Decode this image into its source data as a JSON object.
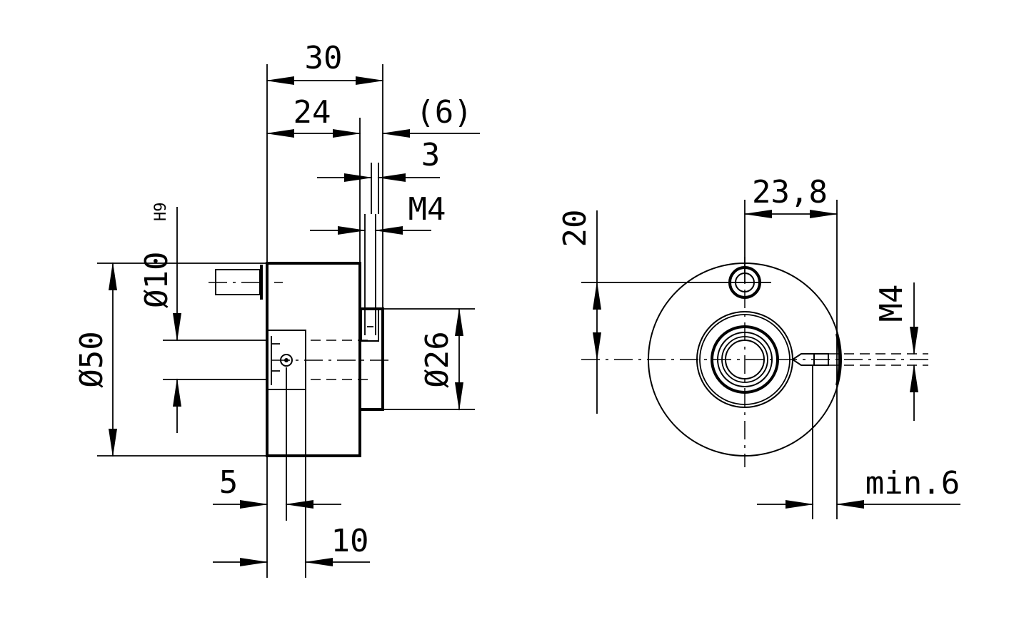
{
  "side_view": {
    "labels": {
      "d30": "30",
      "d24": "24",
      "d6": "(6)",
      "d3": "3",
      "thread": "M4",
      "dia10": "Ø10",
      "dia10_tol": "H9",
      "dia50": "Ø50",
      "dia26": "Ø26",
      "d5": "5",
      "d10": "10"
    }
  },
  "front_view": {
    "labels": {
      "d23_8": "23,8",
      "d20": "20",
      "thread": "M4",
      "min6": "min.6"
    }
  }
}
